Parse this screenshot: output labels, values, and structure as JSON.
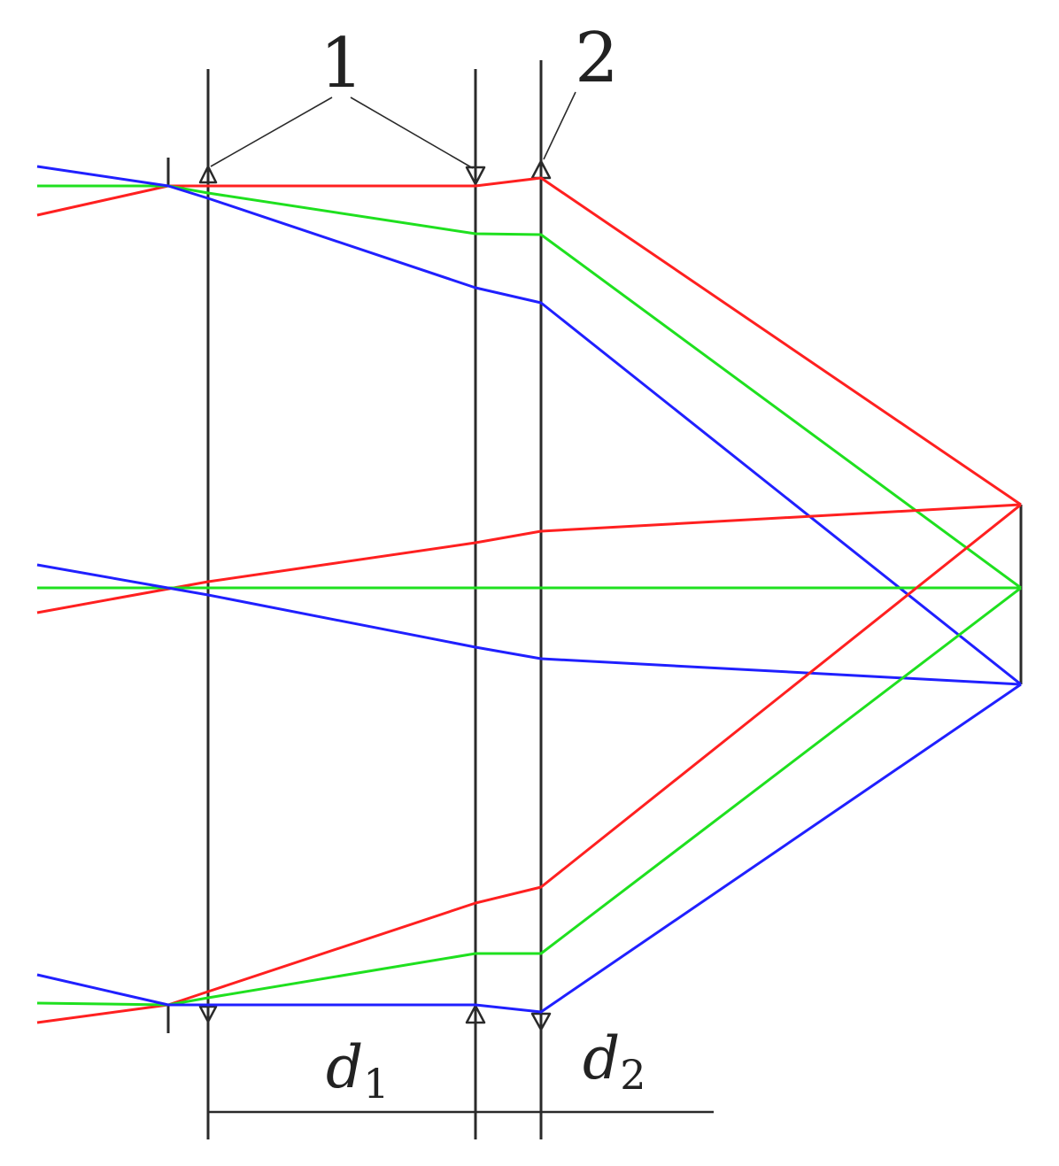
{
  "labels": {
    "lens_group_1": "1",
    "lens_2": "2",
    "d1_main": "d",
    "d1_sub": "1",
    "d2_main": "d",
    "d2_sub": "2"
  },
  "colors": {
    "red": "#ff2020",
    "green": "#1fe01f",
    "blue": "#2020ff",
    "ink": "#2a2a2a"
  }
}
